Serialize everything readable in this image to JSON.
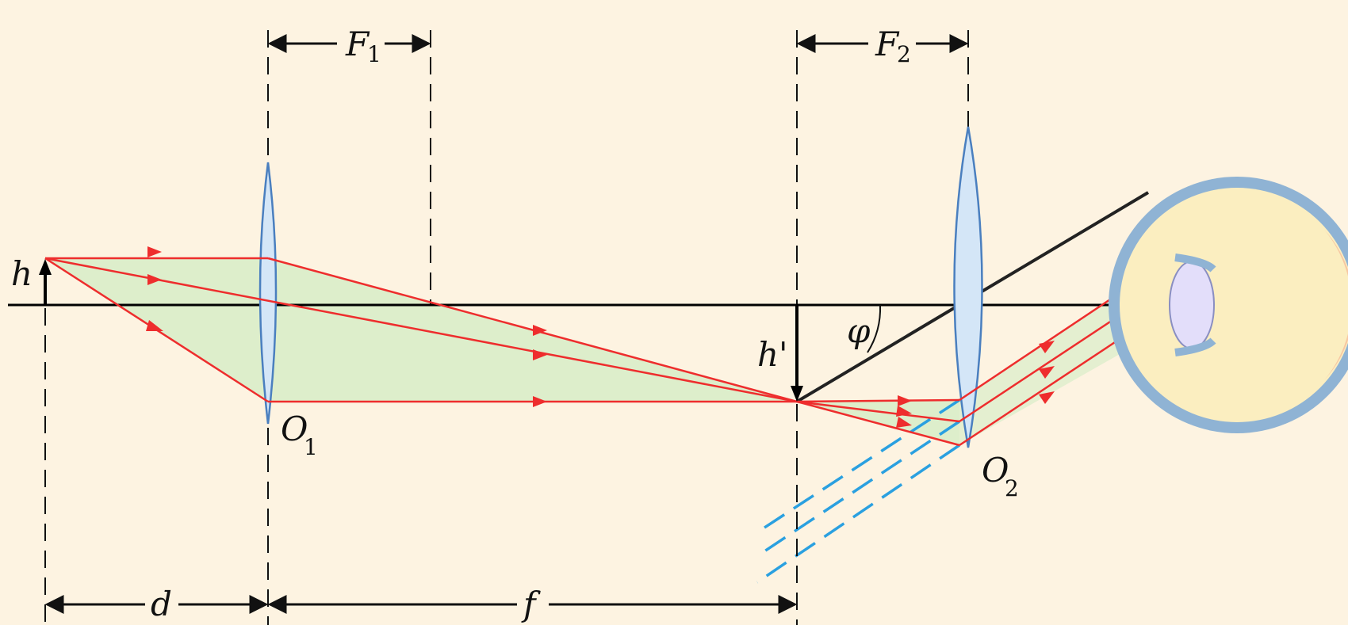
{
  "colors": {
    "background": "#fdf3e1",
    "ray": "#ee2d2d",
    "lens_fill": "#d4e6f7",
    "lens_stroke": "#4a7fbf",
    "ray_region_fill": "#d9edc9",
    "virtual_ray": "#2aa0e0",
    "axis": "#000000",
    "eye_sclera": "#8fb3d4",
    "eye_interior": "#fbeec0",
    "eye_lens": "#e3defa"
  },
  "labels": {
    "object_height": "h",
    "image_height": "h'",
    "angle": "φ",
    "objective_center": "O",
    "objective_center_sub": "1",
    "eyepiece_center": "O",
    "eyepiece_center_sub": "2",
    "focal_length_objective": "F",
    "focal_length_objective_sub": "1",
    "focal_length_eyepiece": "F",
    "focal_length_eyepiece_sub": "2",
    "object_distance": "d",
    "image_distance": "f"
  },
  "elements": {
    "objective_lens": "convex-lens-icon",
    "eyepiece_lens": "convex-lens-icon",
    "eye": "eye-icon"
  }
}
